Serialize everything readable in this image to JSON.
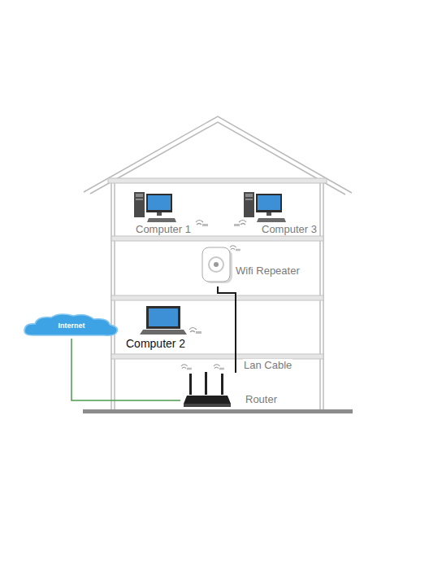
{
  "diagram": {
    "nodes": [
      {
        "text": [
          "Computer 1"
        ]
      },
      {
        "text": [
          "Computer 3"
        ]
      },
      {
        "text": [
          "Wifi Repeater"
        ]
      },
      {
        "text": [
          "Internet"
        ]
      },
      {
        "text": [
          "Computer 2"
        ]
      },
      {
        "text": [
          "Router"
        ]
      }
    ],
    "edges": [
      {
        "from": 3,
        "to": 5,
        "arrow": "none"
      },
      {
        "from": 5,
        "to": 2,
        "arrow": "none"
      }
    ],
    "labels": [
      "Lan Cable"
    ]
  }
}
